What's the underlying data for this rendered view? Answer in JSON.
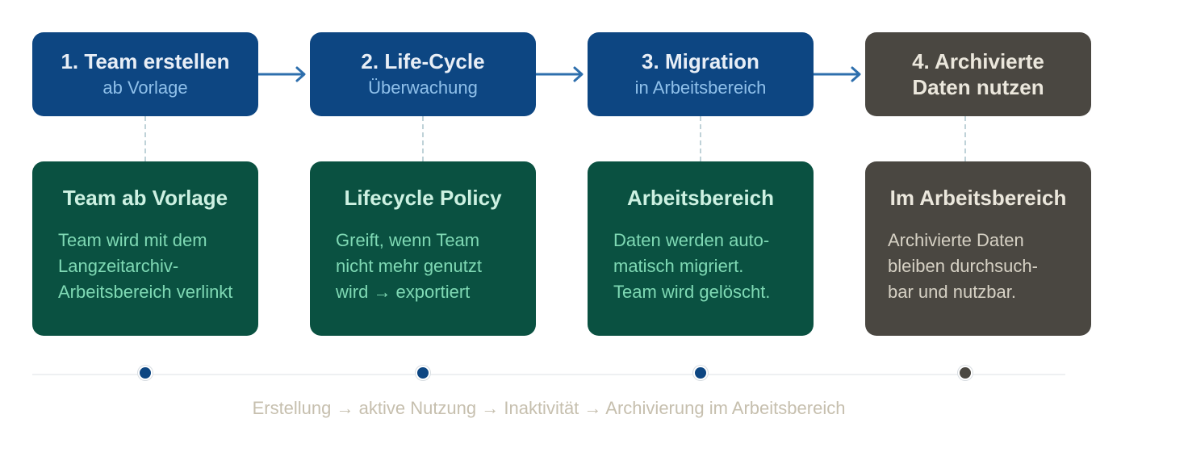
{
  "colors": {
    "step_blue": "#0d4682",
    "card_green": "#0a5141",
    "final_gray": "#4a4741",
    "arrow": "#2e6fad",
    "caption": "#c6bfae"
  },
  "steps": [
    {
      "title": "1. Team erstellen",
      "subtitle": "ab Vorlage"
    },
    {
      "title": "2. Life-Cycle",
      "subtitle": "Überwachung"
    },
    {
      "title": "3. Migration",
      "subtitle": "in Arbeitsbereich"
    },
    {
      "title": "4. Archivierte\nDaten nutzen",
      "subtitle": ""
    }
  ],
  "cards": [
    {
      "title": "Team ab Vorlage",
      "body": "Team wird mit dem\nLangzeitarchiv-\nArbeitsbereich verlinkt"
    },
    {
      "title": "Lifecycle Policy",
      "body": "Greift, wenn Team\nnicht mehr genutzt\nwird → exportiert"
    },
    {
      "title": "Arbeitsbereich",
      "body": "Daten werden auto-\nmatisch migriert.\nTeam wird gelöscht."
    },
    {
      "title": "Im Arbeitsbereich",
      "body": "Archivierte Daten\nbleiben durchsuch-\nbar und nutzbar."
    }
  ],
  "timeline": {
    "caption": "Erstellung → aktive Nutzung → Inaktivität → Archivierung im Arbeitsbereich"
  }
}
